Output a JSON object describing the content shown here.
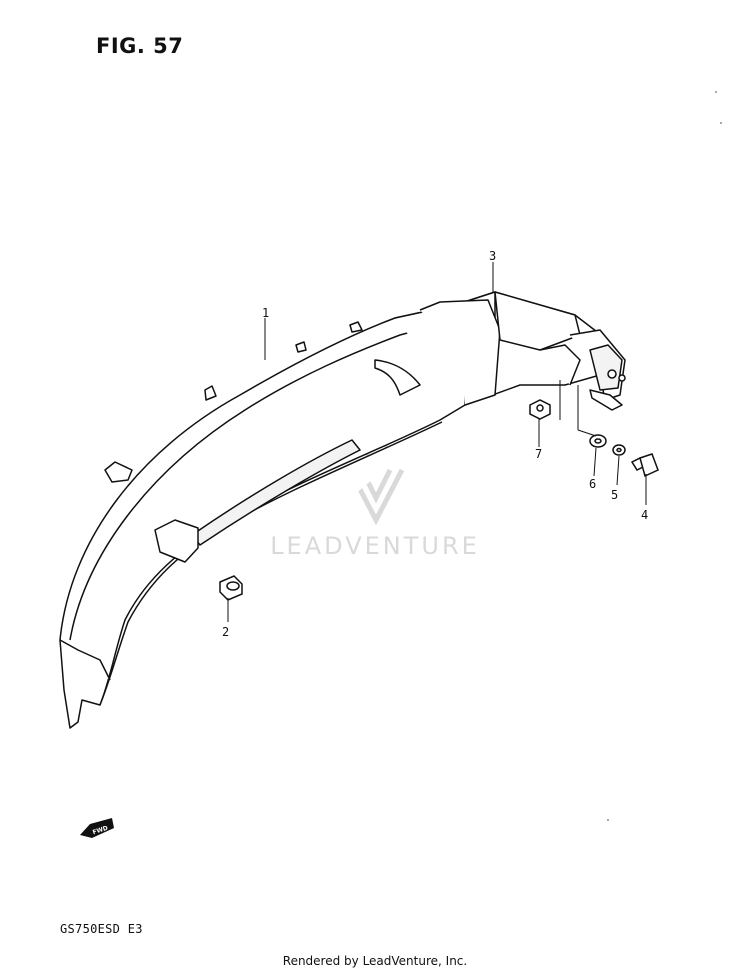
{
  "figure": {
    "title": "FIG. 57",
    "model_code": "GS750ESD  E3"
  },
  "watermark": {
    "brand": "LEADVENTURE"
  },
  "parts": [
    {
      "ref": "1"
    },
    {
      "ref": "2"
    },
    {
      "ref": "3"
    },
    {
      "ref": "4"
    },
    {
      "ref": "5"
    },
    {
      "ref": "6"
    },
    {
      "ref": "7"
    }
  ],
  "direction_marker": {
    "label": "FWD"
  },
  "footer": {
    "credit": "Rendered by LeadVenture, Inc."
  }
}
